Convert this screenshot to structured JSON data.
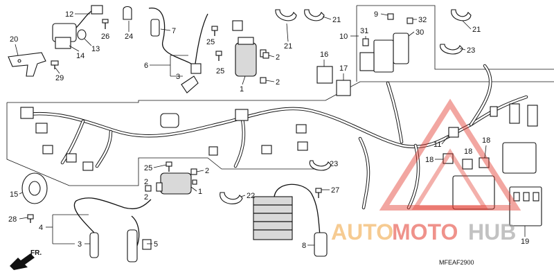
{
  "diagram": {
    "drawing_code": "MFEAF2900",
    "front_marker": "FR.",
    "watermark": {
      "part1": "AUTO",
      "part2": "MOTO",
      "part3": "HUB"
    },
    "callouts": [
      "1",
      "2",
      "3",
      "4",
      "5",
      "6",
      "7",
      "8",
      "9",
      "10",
      "11",
      "12",
      "13",
      "14",
      "15",
      "16",
      "17",
      "18",
      "19",
      "20",
      "21",
      "22",
      "23",
      "24",
      "25",
      "26",
      "27",
      "28",
      "29",
      "30",
      "31",
      "32"
    ]
  }
}
